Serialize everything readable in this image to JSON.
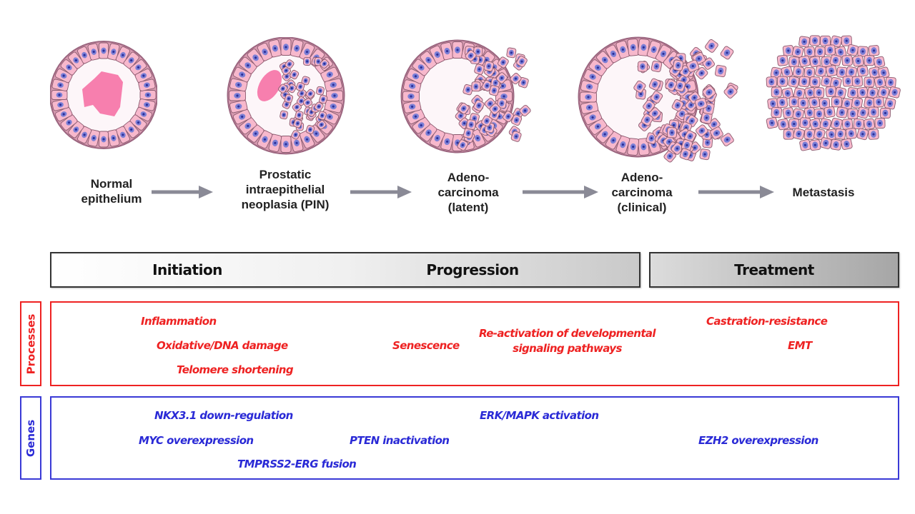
{
  "figure": {
    "stages": [
      {
        "label_lines": [
          "Normal",
          "epithelium"
        ],
        "illustration": "normal-gland"
      },
      {
        "label_lines": [
          "Prostatic",
          "intraepithelial",
          "neoplasia (PIN)"
        ],
        "illustration": "pin-gland"
      },
      {
        "label_lines": [
          "Adeno-",
          "carcinoma",
          "(latent)"
        ],
        "illustration": "latent-adenocarcinoma-gland"
      },
      {
        "label_lines": [
          "Adeno-",
          "carcinoma",
          "(clinical)"
        ],
        "illustration": "clinical-adenocarcinoma-gland"
      },
      {
        "label_lines": [
          "Metastasis"
        ],
        "illustration": "metastasis-cluster"
      }
    ],
    "phases": {
      "initiation": "Initiation",
      "progression": "Progression",
      "treatment": "Treatment"
    },
    "processes": {
      "row_label": "Processes",
      "color": "#ee2222",
      "items": {
        "inflammation": "Inflammation",
        "oxidative": "Oxidative/DNA damage",
        "telomere": "Telomere shortening",
        "senescence": "Senescence",
        "reactivation_line1": "Re-activation of developmental",
        "reactivation_line2": "signaling pathways",
        "castration": "Castration-resistance",
        "emt": "EMT"
      }
    },
    "genes": {
      "row_label": "Genes",
      "color": "#2a2ad6",
      "items": {
        "nkx": "NKX3.1 down-regulation",
        "myc": "MYC overexpression",
        "tmprss": "TMPRSS2-ERG fusion",
        "pten": "PTEN inactivation",
        "erk": "ERK/MAPK activation",
        "ezh2": "EZH2 overexpression"
      }
    },
    "colors": {
      "cell_body": "#f7b8cc",
      "cell_outline": "#8a5a6e",
      "nucleus": "#7b7fd6",
      "nucleolus": "#2b2f9a",
      "lumen_secretion": "#f77fae",
      "arrow": "#8a8a96"
    }
  }
}
